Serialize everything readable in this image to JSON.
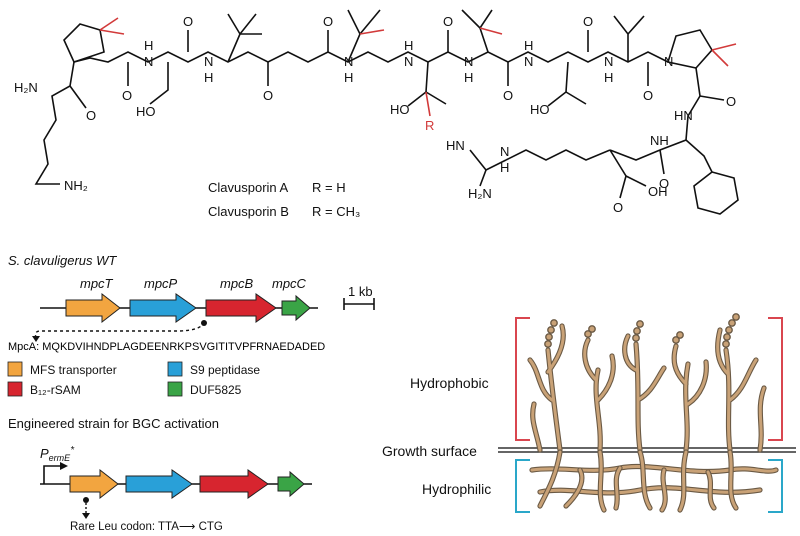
{
  "structure": {
    "amine_label": "H₂N",
    "terminal_amine": "NH₂",
    "nh_label": "N",
    "h_label": "H",
    "ho_label": "HO",
    "oh_label": "OH",
    "o_label": "O",
    "r_label": "R",
    "nh_top": "NH",
    "hn_label": "HN",
    "guan_label": "HN",
    "guan_nh2": "H₂N",
    "caption_a_name": "Clavusporin A",
    "caption_a_r": "R = H",
    "caption_b_name": "Clavusporin B",
    "caption_b_r": "R = CH₃",
    "colors": {
      "methyl_red": "#d23a3a"
    }
  },
  "wt": {
    "title": "S. clavuligerus WT",
    "genes": [
      {
        "name": "mpcT",
        "color": "#f2a540"
      },
      {
        "name": "mpcP",
        "color": "#29a0d8"
      },
      {
        "name": "mpcB",
        "color": "#d7252f"
      },
      {
        "name": "mpcC",
        "color": "#3aa446"
      }
    ],
    "scale_label": "1 kb",
    "peptide_prefix": "MpcA: ",
    "peptide_seq": "MQKDVIHNDPLAGDEENRKPSVGITITVPFRNAEDADED"
  },
  "legend": [
    {
      "label": "MFS transporter",
      "color": "#f2a540"
    },
    {
      "label": "S9 peptidase",
      "color": "#29a0d8"
    },
    {
      "label": "B₁₂-rSAM",
      "color": "#d7252f"
    },
    {
      "label": "DUF5825",
      "color": "#3aa446"
    }
  ],
  "engineered": {
    "title": "Engineered strain for BGC activation",
    "promoter": "P",
    "promoter_sub": "ermE",
    "promoter_star": "*",
    "codon_note": "Rare Leu codon: TTA⟶ CTG"
  },
  "growth": {
    "hydrophobic": "Hydrophobic",
    "surface": "Growth surface",
    "hydrophilic": "Hydrophilic",
    "colors": {
      "bracket_top": "#d9464f",
      "bracket_bottom": "#2aa7c9",
      "hypha": "#b88a5c"
    }
  }
}
